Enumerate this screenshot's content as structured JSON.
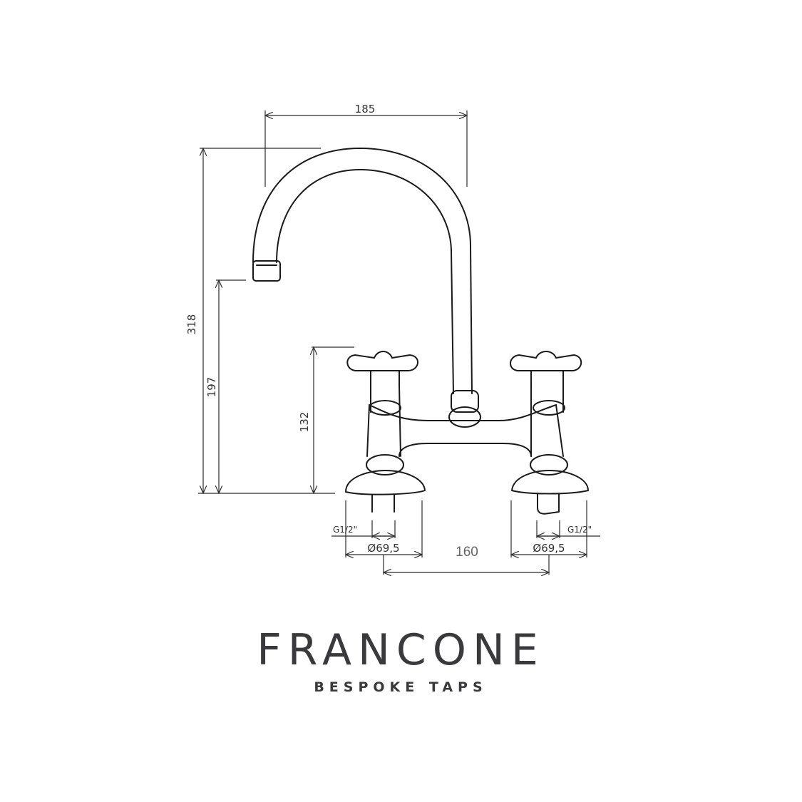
{
  "dimensions": {
    "spout_reach": "185",
    "total_height": "318",
    "spout_outlet_height": "197",
    "handle_height": "132",
    "connection_left": "G1/2\"",
    "connection_right": "G1/2\"",
    "base_diameter_left": "Ø69,5",
    "base_diameter_right": "Ø69,5",
    "centres": "160"
  },
  "brand": {
    "name": "FRANCONE",
    "tagline": "Bespoke taps"
  }
}
